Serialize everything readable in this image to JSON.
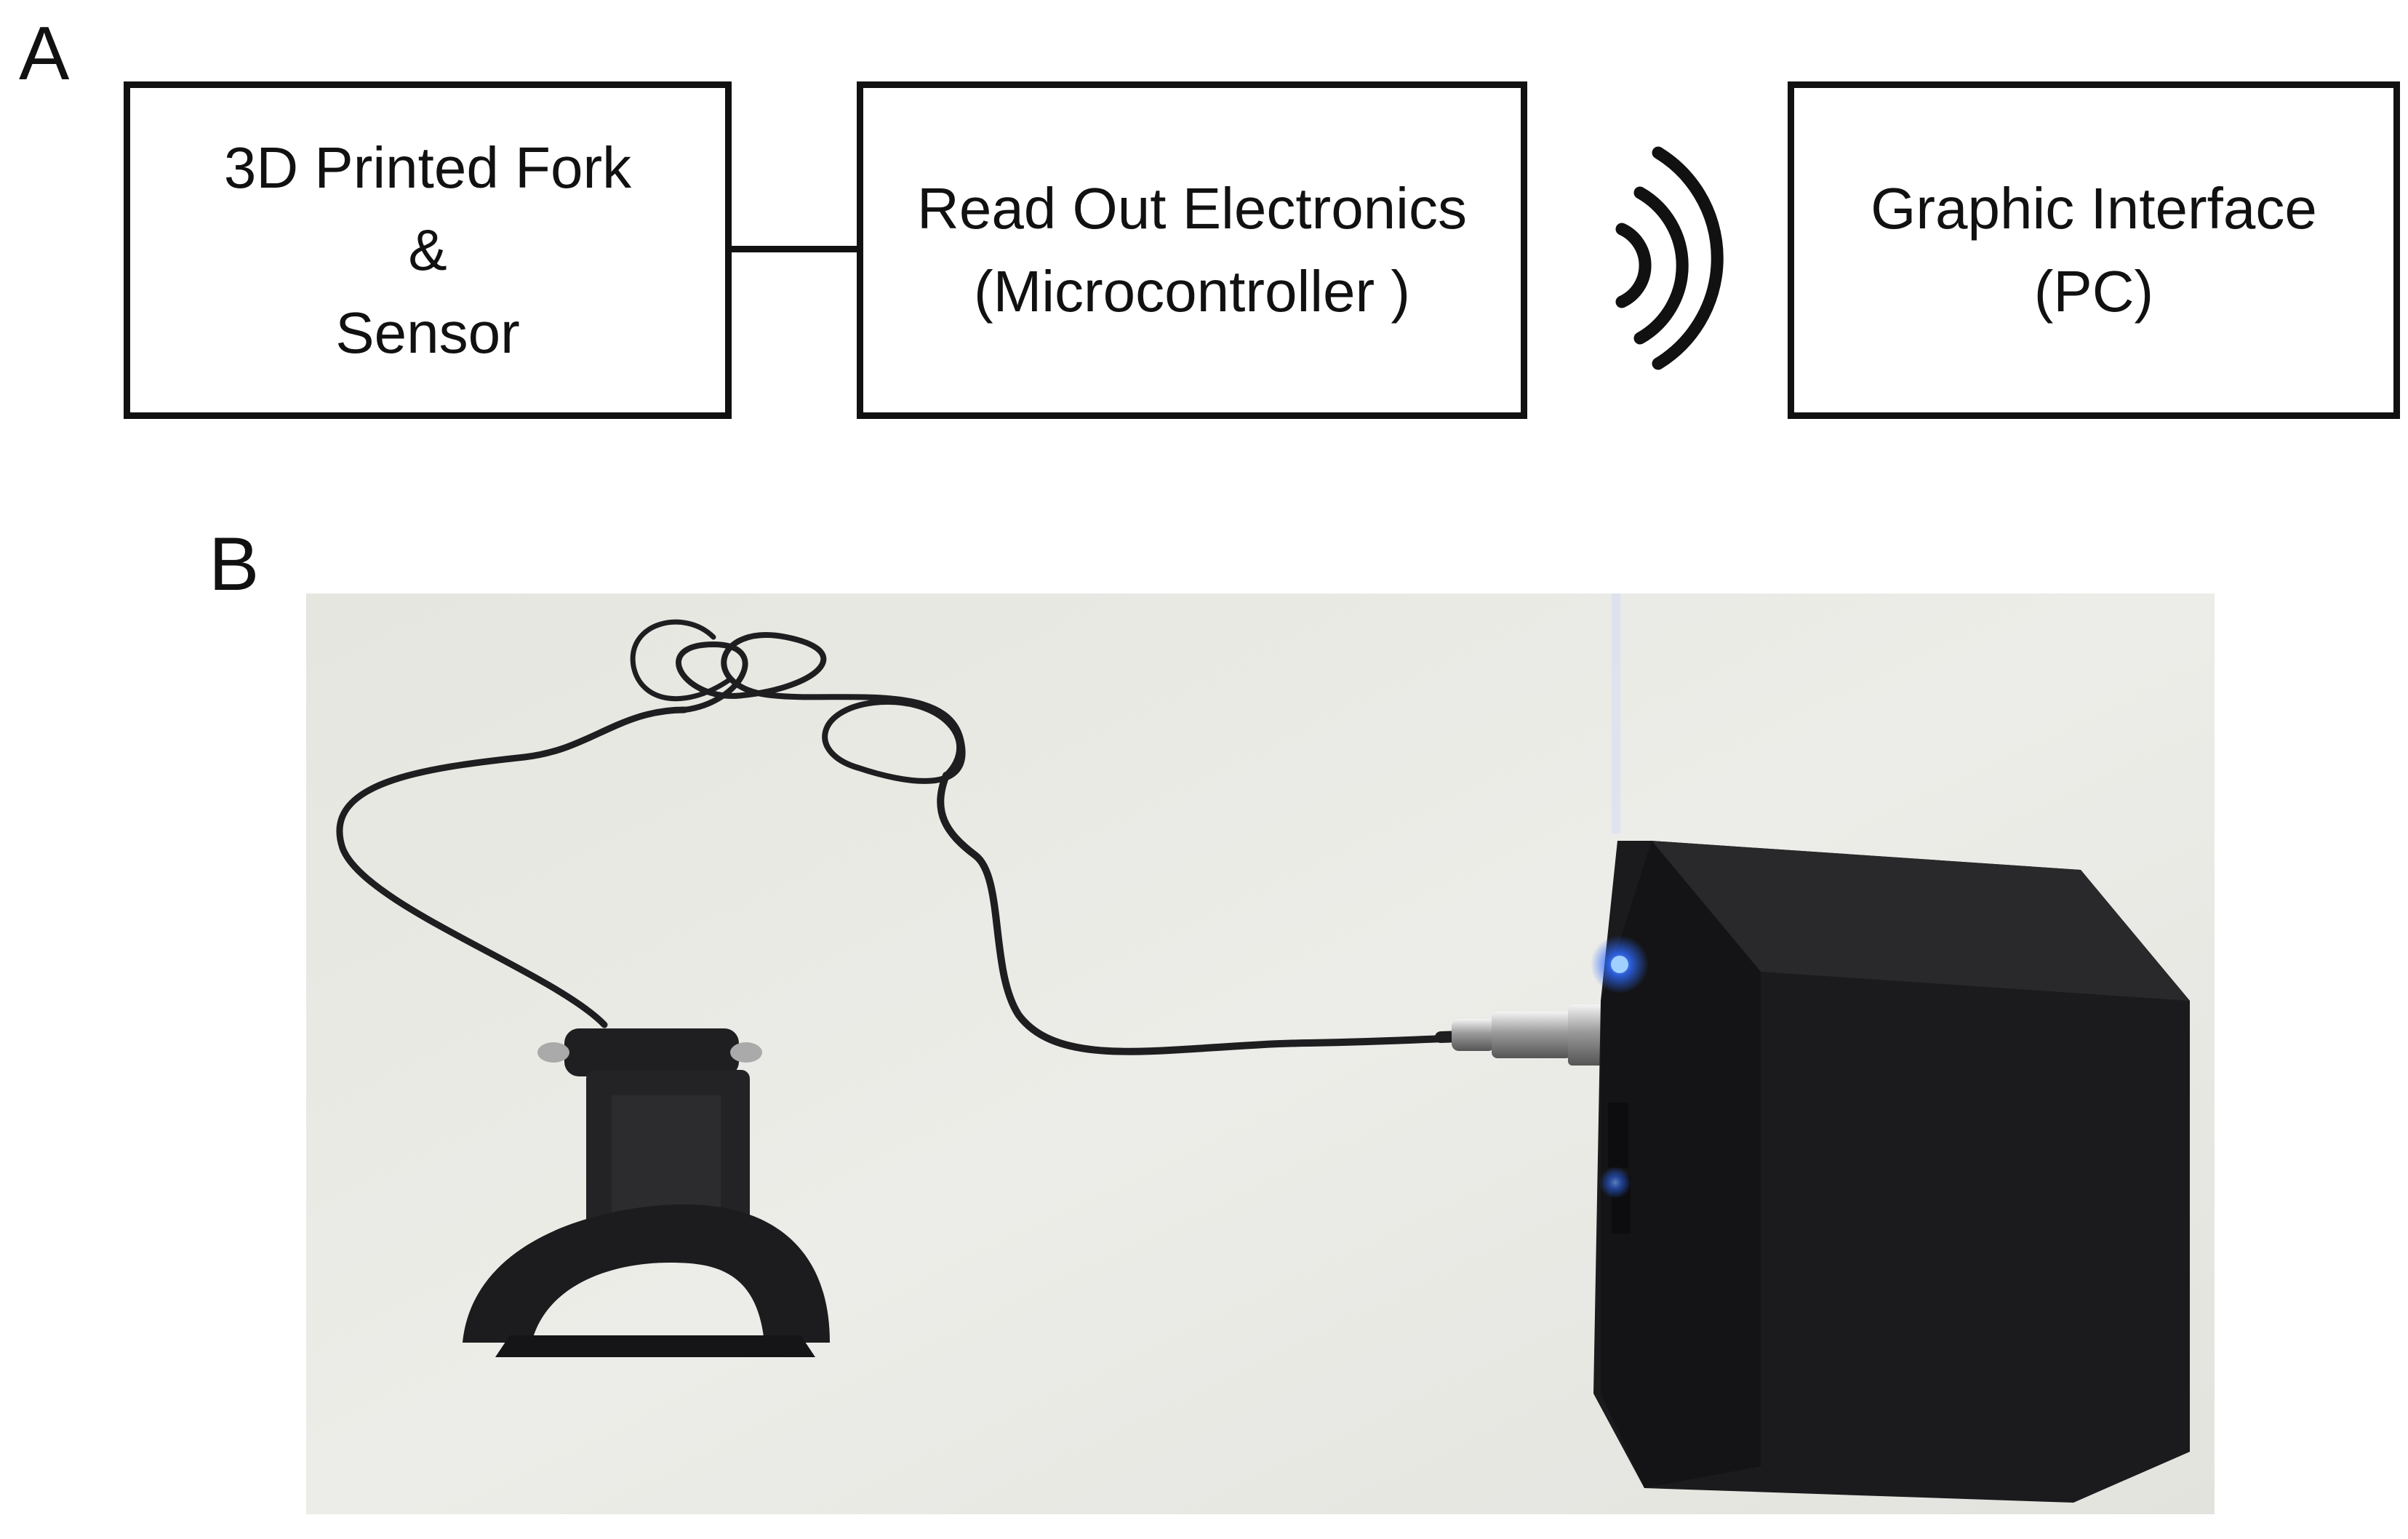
{
  "panel_a": {
    "label": "A",
    "blocks": [
      {
        "lines": [
          "3D Printed Fork",
          "&",
          "Sensor"
        ]
      },
      {
        "lines": [
          "Read Out Electronics",
          "(Microcontroller )"
        ]
      },
      {
        "lines": [
          "Graphic Interface",
          "(PC)"
        ]
      }
    ],
    "wireless_icon": "wireless-signal-icon"
  },
  "panel_b": {
    "label": "B",
    "photo_description_icons": [
      "fork-sensor-device",
      "cable",
      "microcontroller-box",
      "blue-led"
    ]
  },
  "colors": {
    "stroke": "#111111",
    "photo_background": "#ebebe6",
    "device": "#1b1b1d",
    "led": "#2f6bff"
  }
}
